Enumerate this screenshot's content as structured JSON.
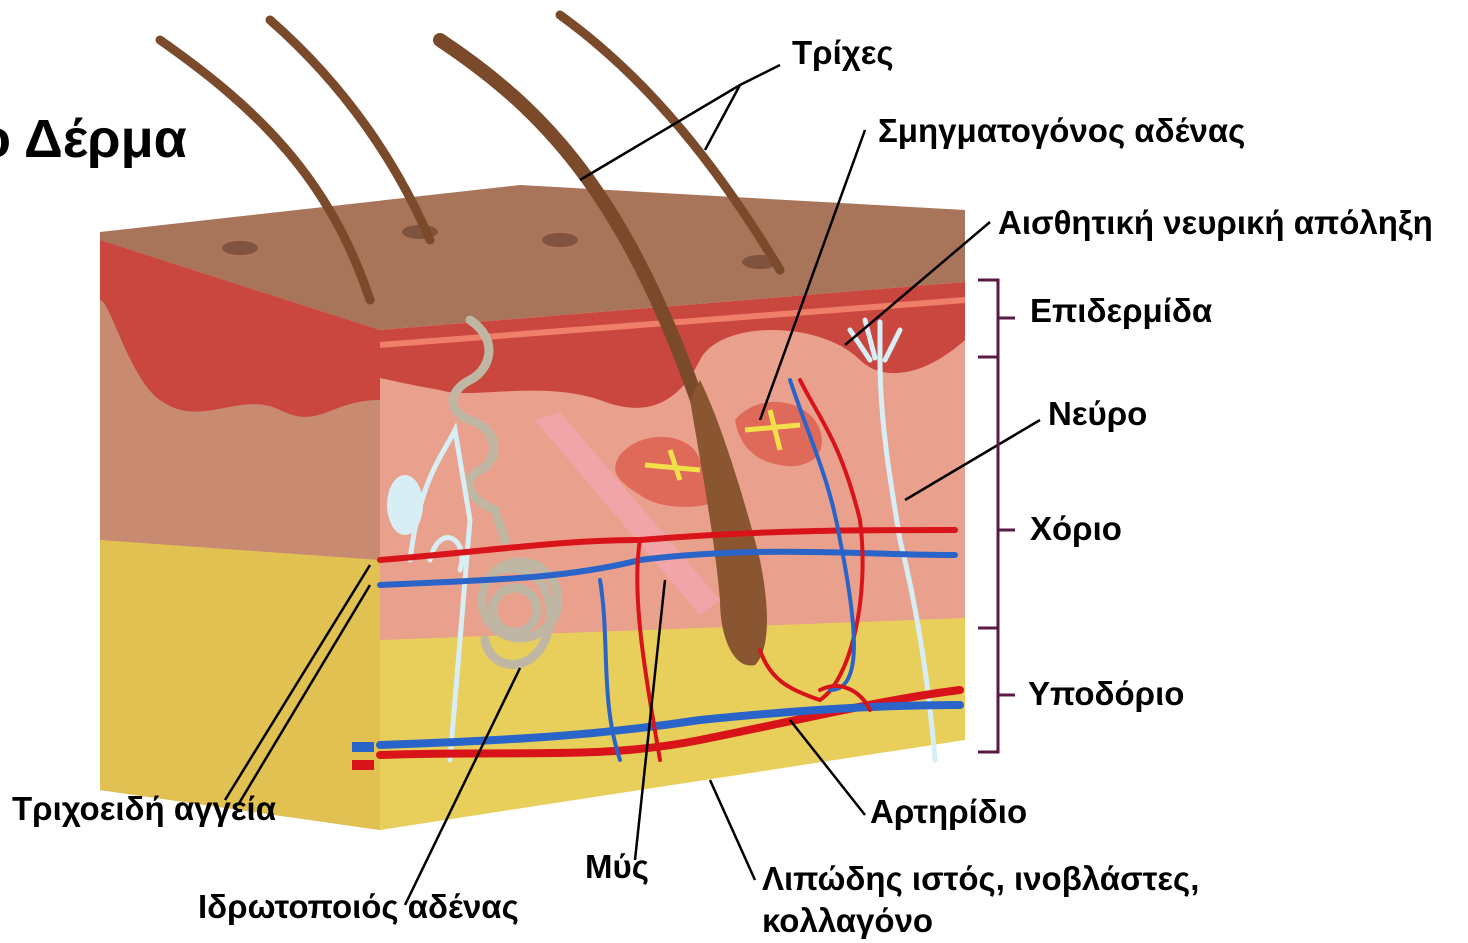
{
  "title": "ο Δέρμα",
  "labels": {
    "hairs": "Τρίχες",
    "sebaceous_gland": "Σμηγματογόνος αδένας",
    "sensory_nerve_ending": "Αισθητική νευρική απόληξη",
    "epidermis": "Επιδερμίδα",
    "nerve": "Νεύρο",
    "dermis": "Χόριο",
    "hypodermis": "Υποδόριο",
    "capillaries": "Τριχοειδή αγγεία",
    "sweat_gland": "Ιδρωτοποιός αδένας",
    "muscle": "Μύς",
    "arteriole": "Αρτηρίδιο",
    "adipose_line1": "Λιπώδης ιστός, ινοβλάστες,",
    "adipose_line2": "κολλαγόνο"
  },
  "colors": {
    "epidermis_top": "#a9755a",
    "epidermis_red": "#c9473f",
    "dermis": "#e9a08c",
    "dermis_side": "#c98a72",
    "hypodermis": "#e8cf5c",
    "artery": "#d8141a",
    "vein": "#2a64c8",
    "nerve": "#cfe8f2",
    "hair": "#7a4a2a",
    "gland": "#bfb6a4"
  }
}
